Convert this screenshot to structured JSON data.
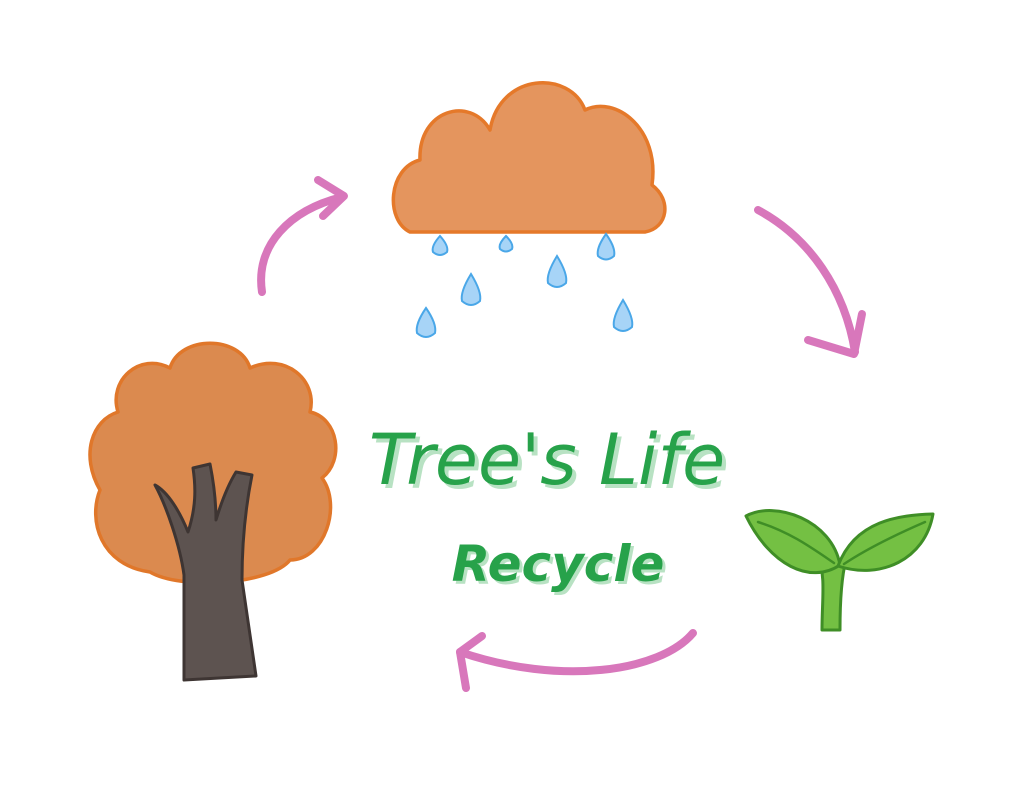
{
  "diagram": {
    "title": "Tree's Life",
    "subtitle": "Recycle",
    "nodes": [
      {
        "id": "cloud",
        "icon": "rain-cloud-icon"
      },
      {
        "id": "sprout",
        "icon": "sprout-icon"
      },
      {
        "id": "tree",
        "icon": "tree-icon"
      }
    ],
    "edges": [
      {
        "from": "tree",
        "to": "cloud"
      },
      {
        "from": "cloud",
        "to": "sprout"
      },
      {
        "from": "sprout",
        "to": "tree"
      }
    ]
  },
  "colors": {
    "cloud_fill": "#e4955e",
    "cloud_stroke": "#e5792a",
    "canopy_fill": "#db8a4f",
    "canopy_stroke": "#e0772a",
    "trunk_fill": "#5d5350",
    "trunk_stroke": "#3e3533",
    "raindrop_fill": "#a7d4f7",
    "raindrop_stroke": "#4aa7e8",
    "leaf_fill": "#74c043",
    "leaf_stroke": "#3f8e26",
    "arrow": "#d877bb",
    "title_text": "#27a24a",
    "title_shadow": "#b8e2c3"
  }
}
